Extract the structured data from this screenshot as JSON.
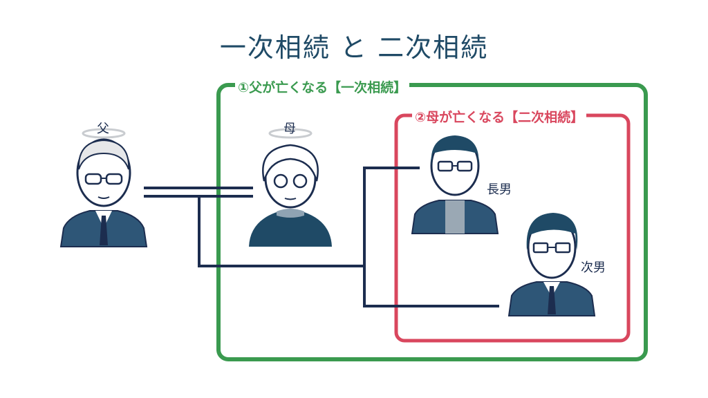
{
  "title": "一次相続 と 二次相続",
  "primary_inheritance_label": "①父が亡くなる【一次相続】",
  "secondary_inheritance_label": "②母が亡くなる【二次相続】",
  "people": {
    "father": "父",
    "mother": "母",
    "eldest_son": "長男",
    "second_son": "次男"
  },
  "colors": {
    "title": "#1f4a66",
    "primary_box": "#3a9a4f",
    "secondary_box": "#d9475e",
    "lines": "#1c2d4f",
    "clothing": "#2e5677"
  }
}
